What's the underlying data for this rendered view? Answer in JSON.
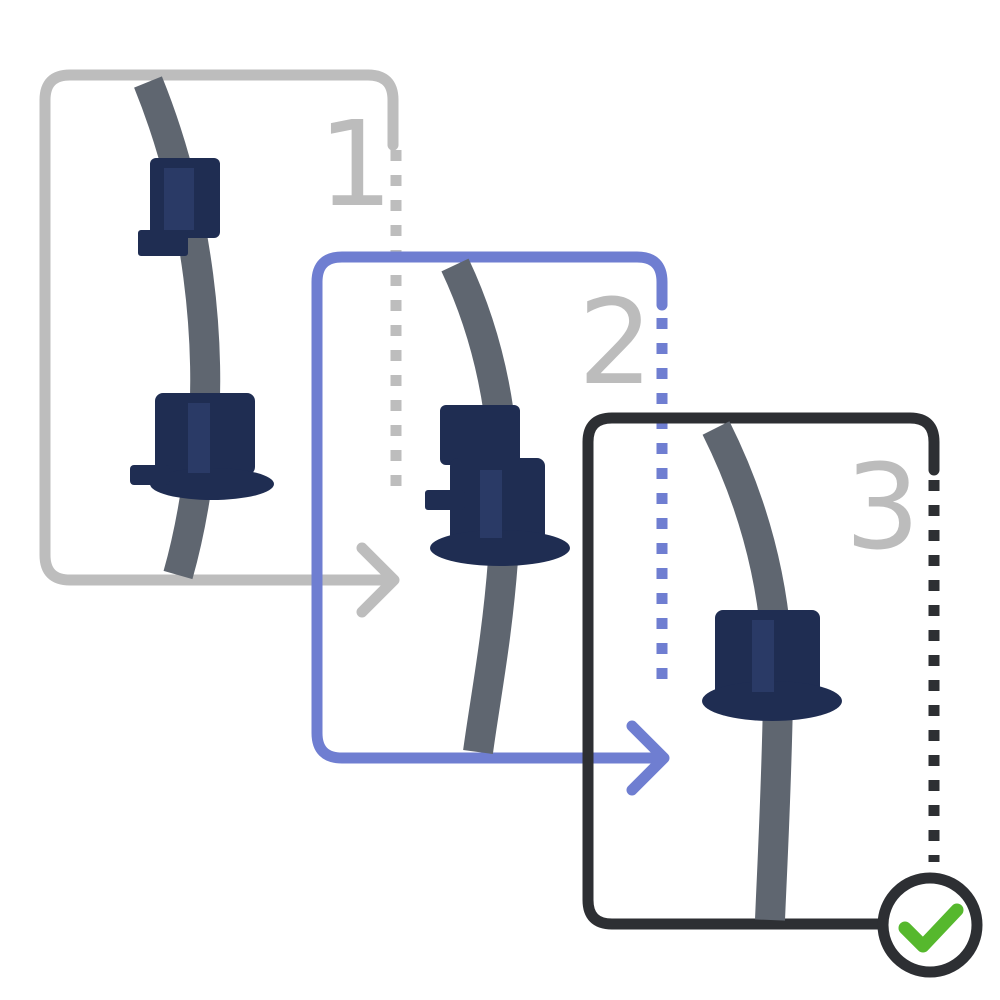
{
  "colors": {
    "step1_frame": "#bdbdbd",
    "step2_frame": "#6f7ed1",
    "step3_frame": "#2d2f33",
    "number_text": "#bcbcbc",
    "cable": "#5f6670",
    "clip": "#1f2d52",
    "check_circle": "#2d2f33",
    "check_mark": "#56b82d",
    "background": "#ffffff"
  },
  "steps": [
    {
      "number": "1"
    },
    {
      "number": "2"
    },
    {
      "number": "3"
    }
  ],
  "icons": {
    "step_arrow": "arrow-right-icon",
    "complete": "checkmark-icon"
  }
}
